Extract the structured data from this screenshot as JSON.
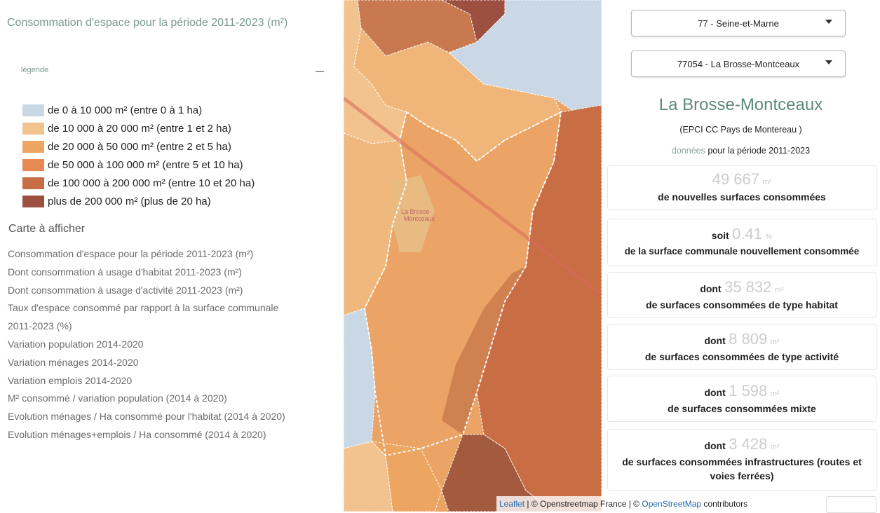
{
  "left": {
    "title": "Consommation d'espace pour la période 2011-2023 (m²)",
    "legend_label": "légende",
    "legend_items": [
      {
        "label": "de 0 à 10 000 m² (entre 0 à 1 ha)",
        "color": "#c9d8e4"
      },
      {
        "label": "de 10 000 à 20 000 m² (entre 1 et 2 ha)",
        "color": "#f2c38e"
      },
      {
        "label": "de 20 000 à 50 000 m² (entre 2 et 5 ha)",
        "color": "#eda662"
      },
      {
        "label": "de 50 000 à 100 000 m² (entre 5 et 10 ha)",
        "color": "#e68a52"
      },
      {
        "label": "de 100 000 à 200 000 m² (entre 10 et 20 ha)",
        "color": "#c96d45"
      },
      {
        "label": "plus de 200 000 m² (plus de 20 ha)",
        "color": "#9c5140"
      }
    ],
    "section_title": "Carte à afficher",
    "layers": [
      "Consommation d'espace pour la période 2011-2023 (m²)",
      "Dont consommation à usage d'habitat 2011-2023 (m²)",
      "Dont consommation à usage d'activité 2011-2023 (m²)",
      "Taux d'espace consommé par rapport à la surface communale",
      "2011-2023 (%)",
      "Variation population 2014-2020",
      "Variation ménages 2014-2020",
      "Variation emplois 2014-2020",
      "M² consommé / variation population (2014 à 2020)",
      "Evolution ménages / Ha consommé pour l'habitat (2014 à 2020)",
      "Evolution ménages+emplois / Ha consommé (2014 à 2020)"
    ]
  },
  "map": {
    "town_label_1": "La Brosse-",
    "town_label_2": "Montceaux",
    "attribution_leaflet": "Leaflet",
    "attribution_rest_1": " | © Openstreetmap France | © ",
    "attribution_osm": "OpenStreetMap",
    "attribution_rest_2": " contributors"
  },
  "right": {
    "dept_select": "77 - Seine-et-Marne",
    "commune_select": "77054 - La Brosse-Montceaux",
    "commune_name": "La Brosse-Montceaux",
    "epci": "(EPCI CC Pays de Montereau )",
    "periode_muted": "données",
    "periode_rest": " pour la période 2011-2023",
    "stats": [
      {
        "prefix": "",
        "value": "49 667",
        "unit": "m²",
        "desc": "de nouvelles surfaces consommées"
      },
      {
        "prefix": "soit",
        "value": "0.41",
        "unit": "%",
        "desc": "de la surface communale nouvellement consommée"
      },
      {
        "prefix": "dont",
        "value": "35 832",
        "unit": "m²",
        "desc": "de surfaces consommées de type habitat"
      },
      {
        "prefix": "dont",
        "value": "8 809",
        "unit": "m²",
        "desc": "de surfaces consommées de type activité"
      },
      {
        "prefix": "dont",
        "value": "1 598",
        "unit": "m²",
        "desc": "de surfaces consommées mixte"
      },
      {
        "prefix": "dont",
        "value": "3 428",
        "unit": "m²",
        "desc": "de surfaces consommées infrastructures (routes et voies ferrées)"
      }
    ]
  }
}
